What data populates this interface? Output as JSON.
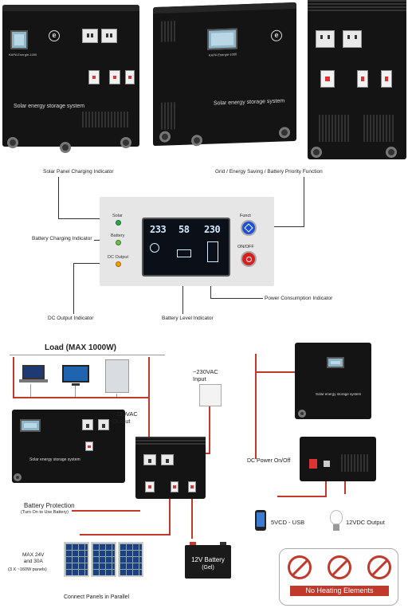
{
  "products": {
    "model_name": "KAPA Energie-1000",
    "front_text": "Solar energy storage system",
    "side_text": "Solar energy storage system"
  },
  "callouts": {
    "solar_panel_charging": "Solar Panel Charging Indicator",
    "grid_energy_saving": "Grid / Energy Saving / Battery Priority Function",
    "battery_charging": "Battery Charging Indicator",
    "dc_output": "DC Output Indicator",
    "battery_level": "Battery Level Indicator",
    "power_consumption": "Power Consumption Indicator"
  },
  "panel": {
    "solar_label": "Solar",
    "battery_label": "Battery",
    "dc_output_label": "DC Output",
    "display_values": [
      "233",
      "58",
      "230"
    ],
    "funct_label": "Funct",
    "onoff_label": "ON/OFF"
  },
  "diagram": {
    "load_title": "Load (MAX 1000W)",
    "vac_input": "~230VAC\nInput",
    "vac_output": "~230VAC\nOutput",
    "battery_protection": "Battery Protection",
    "battery_protection_note": "(Turn On to Use Battery)",
    "max_spec": "MAX 24V\nand 30A",
    "max_spec_note": "(3 X ~160W panels)",
    "battery": "12V Battery",
    "battery_type": "(Gel)",
    "connect_panels": "Connect Panels in Parallel",
    "dc_power": "DC Power On/Off",
    "usb": "5VCD - USB",
    "dc_output_12v": "12VDC Output",
    "no_heating": "No Heating Elements"
  },
  "colors": {
    "wire": "#c0392b",
    "funct_button": "#1c4fd8",
    "onoff_button": "#d62020",
    "solar_led": "#2aa84a",
    "battery_led": "#6cc04a",
    "dc_led": "#f2a000"
  }
}
